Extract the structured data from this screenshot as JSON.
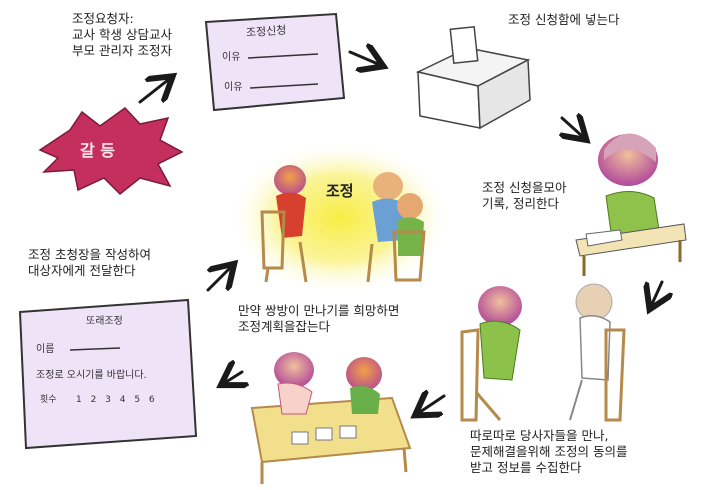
{
  "requesters_text": "조정요청자:\n교사 학생 상담교사\n부모 관리자 조정자",
  "conflict_label": "갈 등",
  "form_title": "조정신청",
  "form_field_1": "이유",
  "form_field_2": "이유",
  "box_text": "조정 신청함에 넣는다",
  "record_text": "조정 신청을모아\n기록, 정리한다",
  "center_label": "조정",
  "invite_text": "조정 초청장을 작성하여\n대상자에게 전달한다",
  "plan_text": "만약 쌍방이 만나기를 희망하면\n조정계획을잡는다",
  "meet_text": "따로따로 당사자들을 만나,\n문제해결을위해 조정의 동의를\n받고 정보를 수집한다",
  "invite_card": {
    "title": "또래조정",
    "name_label": "이름",
    "message": "조정로 오시기를 바랍니다.",
    "time_label": "횟수",
    "numbers": "1 2 3 4 5 6"
  },
  "colors": {
    "conflict_fill": "#c0305a",
    "form_fill": "#efe3f7",
    "center_glow": "#f6e53c",
    "chair": "#b58a4a"
  }
}
